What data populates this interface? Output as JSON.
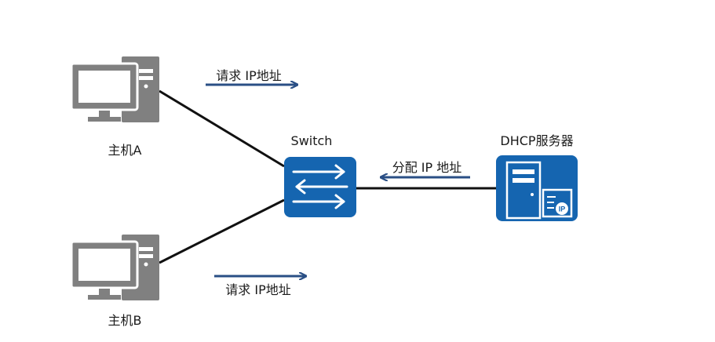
{
  "nodes": {
    "host_a": {
      "label": "主机A"
    },
    "host_b": {
      "label": "主机B"
    },
    "switch": {
      "label": "Switch"
    },
    "dhcp_server": {
      "label": "DHCP服务器",
      "badge": "IP"
    }
  },
  "flows": {
    "host_a_request": {
      "label": "请求 IP地址",
      "direction": "right"
    },
    "host_b_request": {
      "label": "请求 IP地址",
      "direction": "right"
    },
    "server_offer": {
      "label": "分配 IP 地址",
      "direction": "left"
    }
  },
  "colors": {
    "device_gray": "#808080",
    "device_blue": "#1565b0",
    "arrow_blue": "#2a4f85",
    "link_black": "#111111"
  },
  "icons": {
    "host_a": "desktop-computer-icon",
    "host_b": "desktop-computer-icon",
    "switch": "network-switch-icon",
    "dhcp_server": "server-icon"
  }
}
